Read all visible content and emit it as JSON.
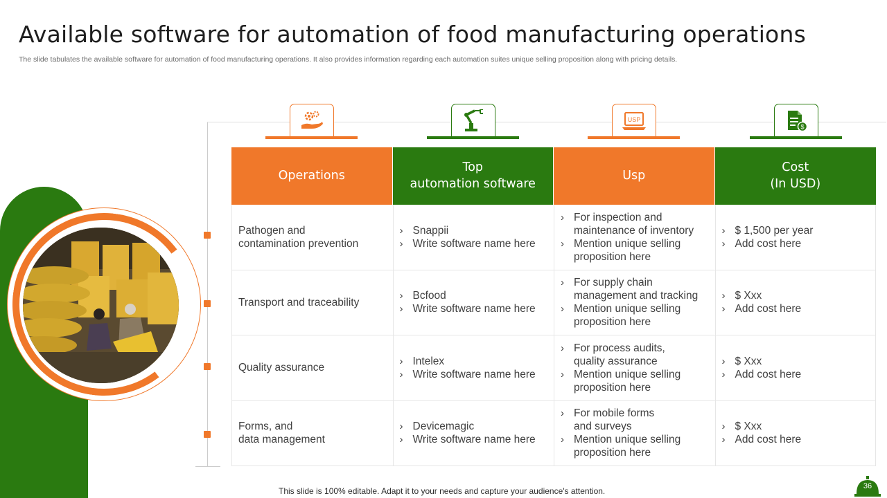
{
  "title": "Available software for automation of food manufacturing operations",
  "subtitle": "The slide tabulates the available software for automation of food manufacturing operations. It also provides information regarding each automation suites unique selling proposition along with pricing details.",
  "colors": {
    "accent_orange": "#f0782a",
    "accent_green": "#2a7a10"
  },
  "column_icons": [
    "gears-hand-icon",
    "robotic-arm-icon",
    "usp-laptop-icon",
    "invoice-dollar-icon"
  ],
  "table": {
    "headers": [
      "Operations",
      "Top\nautomation software",
      "Usp",
      "Cost\n(In USD)"
    ],
    "rows": [
      {
        "operation": "Pathogen and\ncontamination prevention",
        "software": [
          "Snappii",
          "Write software name here"
        ],
        "usp": [
          "For inspection and\nmaintenance  of inventory",
          "Mention unique selling\nproposition here"
        ],
        "cost": [
          "$ 1,500 per year",
          "Add cost here"
        ]
      },
      {
        "operation": "Transport and traceability",
        "software": [
          "Bcfood",
          "Write software name here"
        ],
        "usp": [
          "For supply chain\nmanagement and tracking",
          "Mention unique selling\nproposition here"
        ],
        "cost": [
          "$ Xxx",
          "Add cost here"
        ]
      },
      {
        "operation": "Quality assurance",
        "software": [
          "Intelex",
          "Write software name here"
        ],
        "usp": [
          "For process audits,\nquality assurance",
          "Mention unique selling\nproposition here"
        ],
        "cost": [
          "$ Xxx",
          "Add cost here"
        ]
      },
      {
        "operation": "Forms, and\ndata management",
        "software": [
          "Devicemagic",
          "Write software name here"
        ],
        "usp": [
          "For mobile forms\n and surveys",
          "Mention unique selling\nproposition here"
        ],
        "cost": [
          "$ Xxx",
          "Add cost here"
        ]
      }
    ]
  },
  "footer": "This slide is 100% editable. Adapt it to your needs and capture your audience's attention.",
  "page_number": "36"
}
